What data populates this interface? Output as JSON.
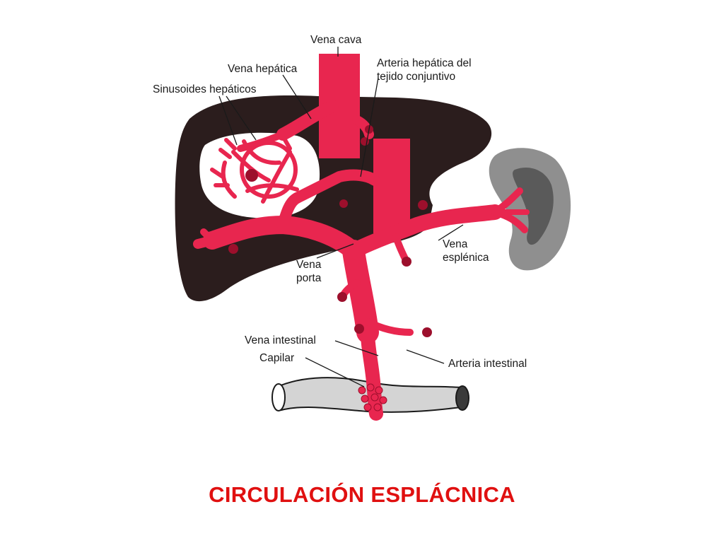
{
  "title": "CIRCULACIÓN ESPLÁCNICA",
  "labels": {
    "vena_cava": "Vena cava",
    "vena_hepatica": "Vena hepática",
    "sinusoides": "Sinusoides hepáticos",
    "arteria_hepatica_1": "Arteria hepática del",
    "arteria_hepatica_2": "tejido conjuntivo",
    "vena_esplenica_1": "Vena",
    "vena_esplenica_2": "esplénica",
    "vena_porta_1": "Vena",
    "vena_porta_2": "porta",
    "vena_intestinal": "Vena intestinal",
    "capilar": "Capilar",
    "arteria_intestinal": "Arteria intestinal"
  },
  "colors": {
    "vessel": "#e8264f",
    "vessel_dark": "#9c0f2c",
    "liver": "#2b1d1d",
    "spleen": "#8f8f8f",
    "intestine": "#d4d4d4",
    "title": "#e01010"
  }
}
